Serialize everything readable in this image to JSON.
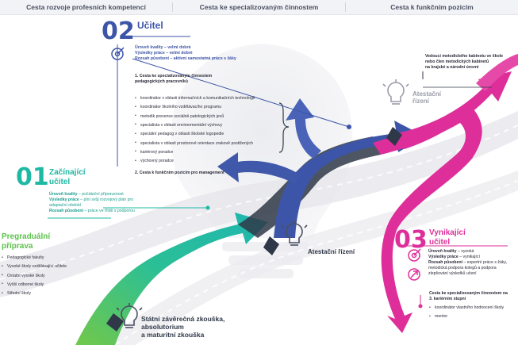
{
  "header": {
    "col1": "Cesta rozvoje profesních kompetencí",
    "col2": "Cesta ke specializovaným činnostem",
    "col3": "Cesta k funkčním pozicím"
  },
  "colors": {
    "blue": "#3d55a8",
    "teal": "#1fb8a3",
    "green": "#5cc24a",
    "magenta": "#de2e9a",
    "header_bg": "#f2f3f7"
  },
  "level_02": {
    "number": "02",
    "title": "Učitel",
    "quality": "Úroveň kvality – velmi dobrá",
    "results": "Výsledky práce – velmi dobré",
    "scope": "Rozsah působení – aktivní samostatná práce s žáky",
    "section1": "1. Cesta ke specializovaným činnostem pedagogických pracovníků",
    "items": [
      "koordinátor v oblasti informačních a komunikačních technologií",
      "koordinátor školního vzdělávacího programu",
      "metodik prevence sociálně patologických jevů",
      "specialista v oblasti environmentální výchovy",
      "speciální pedagog v oblasti školské logopedie",
      "specialista v oblasti prostorové orientace zrakově postižených",
      "kariérový poradce",
      "výchovný poradce"
    ],
    "section2": "2. Cesta k funkčním pozicím pro management"
  },
  "level_01": {
    "number": "01",
    "title_line1": "Začínající",
    "title_line2": "učitel",
    "quality_label": "Úroveň kvality",
    "quality_value": " – počáteční připravenost",
    "results_label": "Výsledky práce",
    "results_value": " – plní svůj rozvojový plán pro adaptační období",
    "scope_label": "Rozsah působení",
    "scope_value": " – práce ve třídě s podporou"
  },
  "pregradual": {
    "title_line1": "Pregraduální",
    "title_line2": "příprava",
    "items": [
      "Pedagogické fakulty",
      "Vysoké školy vzdělávající učitele",
      "Ostatní vysoké školy",
      "Vyšší odborné školy",
      "Střední školy"
    ]
  },
  "level_03": {
    "number": "03",
    "title_line1": "Vynikající",
    "title_line2": "učitel",
    "quality_label": "Úroveň kvality",
    "quality_value": " – vysoká",
    "results_label": "Výsledky práce",
    "results_value": " – vynikající",
    "scope_label": "Rozsah působení",
    "scope_value": " – expertní práce s žáky, metodická podpora kolegů a podpora zlepšování výsledků učení",
    "section": "Cesta ke specializovaným činnostem na 3. kariérním stupni",
    "items": [
      "koordinátor vlastního hodnocení školy",
      "mentor"
    ]
  },
  "milestones": {
    "final_exam_line1": "Státní závěrečná zkouška,",
    "final_exam_line2": "absolutorium",
    "final_exam_line3": "a maturitní zkouška",
    "attestation1": "Atestační řízení",
    "attestation2_line1": "Atestační",
    "attestation2_line2": "řízení"
  },
  "top_right": {
    "line1": "Vedoucí metodického kabinetu ve škole",
    "line2": "nebo člen metodických kabinetů",
    "line3": "na krajské a národní úrovni"
  },
  "icons": [
    "lightbulb-icon",
    "target-icon",
    "chart-icon",
    "arrow-icon"
  ]
}
